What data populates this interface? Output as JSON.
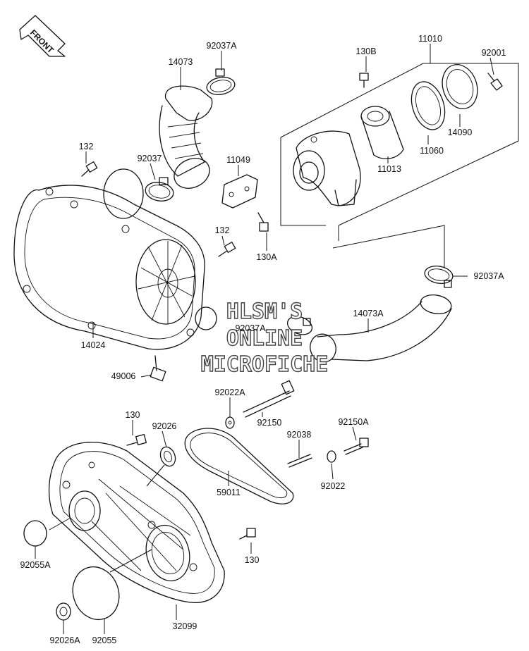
{
  "front_arrow": {
    "label": "FRONT"
  },
  "watermark": {
    "line1": "HLSM'S",
    "line2": "ONLINE",
    "line3": "MICROFICHE"
  },
  "labels": {
    "p92037A_top": "92037A",
    "p14073": "14073",
    "p130B": "130B",
    "p11010": "11010",
    "p92001": "92001",
    "p132_top": "132",
    "p92037": "92037",
    "p11049": "11049",
    "p14090": "14090",
    "p11060": "11060",
    "p11013": "11013",
    "p132_mid": "132",
    "p130A": "130A",
    "p92037A_right": "92037A",
    "p14073A": "14073A",
    "p92037A_mid": "92037A",
    "p14024": "14024",
    "p49006": "49006",
    "p92022A": "92022A",
    "p130_top": "130",
    "p92026": "92026",
    "p92150": "92150",
    "p92150A": "92150A",
    "p92038": "92038",
    "p92022": "92022",
    "p59011": "59011",
    "p130_right": "130",
    "p92055A": "92055A",
    "p92055": "92055",
    "p92026A": "92026A",
    "p32099": "32099"
  }
}
